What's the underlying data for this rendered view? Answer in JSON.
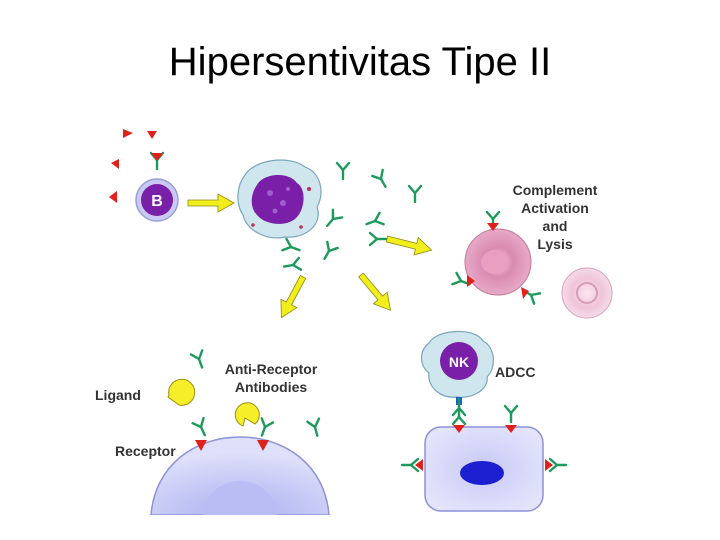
{
  "slide": {
    "title": "Hipersentivitas Tipe II"
  },
  "figure": {
    "b_cell_label": "B",
    "nk_cell_label": "NK",
    "complement_line1": "Complement",
    "complement_line2": "Activation",
    "complement_line3": "and",
    "complement_line4": "Lysis",
    "anti_receptor_line1": "Anti-Receptor",
    "anti_receptor_line2": "Antibodies",
    "ligand_label": "Ligand",
    "receptor_label": "Receptor",
    "adcc_label": "ADCC"
  },
  "colors": {
    "nucleus_purple": "#7a1fa8",
    "antibody_green": "#1c9a5c",
    "antigen_red": "#e0211b",
    "arrow_yellow": "#f2ee1e",
    "rbc_pink": "#e6a6c4",
    "target_cell_blue": "#d4d4f6",
    "target_nucleus": "#1b1fd0",
    "ligand_yellow": "#f7ee2a"
  }
}
